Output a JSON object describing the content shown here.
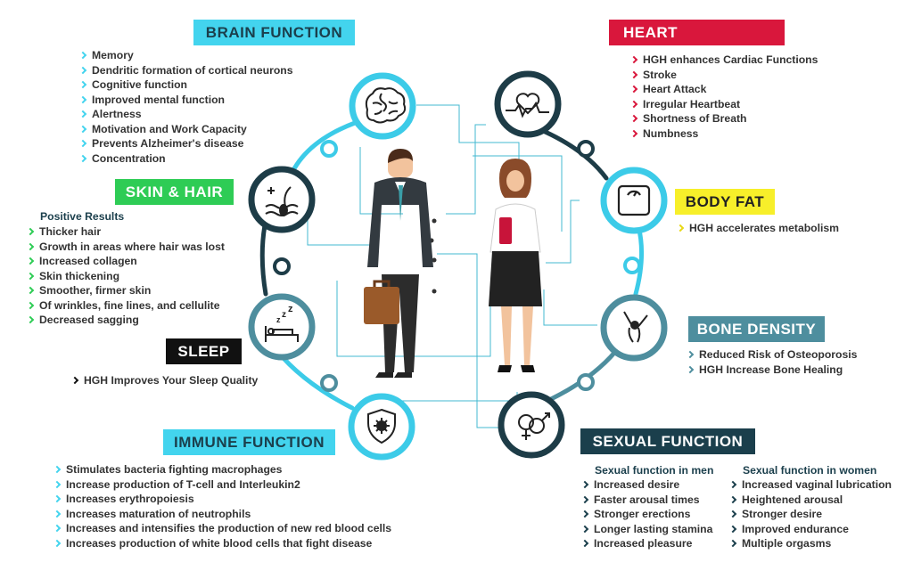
{
  "sections": {
    "brain": {
      "title": "BRAIN FUNCTION",
      "items": [
        "Memory",
        "Dendritic formation of cortical neurons",
        "Cognitive function",
        "Improved mental function",
        "Alertness",
        "Motivation and Work Capacity",
        "Prevents Alzheimer's disease",
        "Concentration"
      ]
    },
    "heart": {
      "title": "HEART",
      "items": [
        "HGH enhances Cardiac Functions",
        "Stroke",
        "Heart Attack",
        "Irregular Heartbeat",
        "Shortness of Breath",
        "Numbness"
      ]
    },
    "skin": {
      "title": "SKIN & HAIR",
      "subtitle": "Positive Results",
      "items": [
        "Thicker hair",
        "Growth in areas where hair was lost",
        "Increased collagen",
        "Skin thickening",
        "Smoother, firmer skin",
        "Of wrinkles, fine lines, and cellulite",
        "Decreased sagging"
      ]
    },
    "bodyfat": {
      "title": "BODY FAT",
      "items": [
        "HGH accelerates metabolism"
      ]
    },
    "sleep": {
      "title": "SLEEP",
      "items": [
        "HGH Improves Your Sleep Quality"
      ]
    },
    "bone": {
      "title": "BONE DENSITY",
      "items": [
        "Reduced Risk of Osteoporosis",
        "HGH Increase Bone Healing"
      ]
    },
    "immune": {
      "title": "IMMUNE FUNCTION",
      "items": [
        "Stimulates bacteria fighting macrophages",
        "Increase production of T-cell and Interleukin2",
        "Increases erythropoiesis",
        "Increases maturation of neutrophils",
        "Increases and intensifies the production of new red blood cells",
        "Increases production of white blood cells that fight disease"
      ]
    },
    "sexual": {
      "title": "SEXUAL FUNCTION",
      "men": {
        "subtitle": "Sexual function in men",
        "items": [
          "Increased desire",
          "Faster arousal times",
          "Stronger erections",
          "Longer lasting stamina",
          "Increased pleasure"
        ]
      },
      "women": {
        "subtitle": "Sexual function in women",
        "items": [
          "Increased vaginal lubrication",
          "Heightened arousal",
          "Stronger desire",
          "Improved endurance",
          "Multiple orgasms"
        ]
      }
    }
  },
  "icons": {
    "brain": "brain-icon",
    "heart": "heartbeat-icon",
    "skin": "hair-follicle-icon",
    "bodyfat": "scale-icon",
    "sleep": "sleeping-bed-icon",
    "bone": "knee-joint-icon",
    "immune": "shield-virus-icon",
    "sexual": "gender-symbols-icon"
  },
  "colors": {
    "cyan": "#43d4ee",
    "red": "#d9173c",
    "green": "#2ecc55",
    "yellow": "#f7ef2a",
    "black": "#111111",
    "steel": "#4e8e9e",
    "navy": "#1b3f4c",
    "ring_dark": "#1d3c47",
    "ring_light": "#3ccbe8"
  }
}
